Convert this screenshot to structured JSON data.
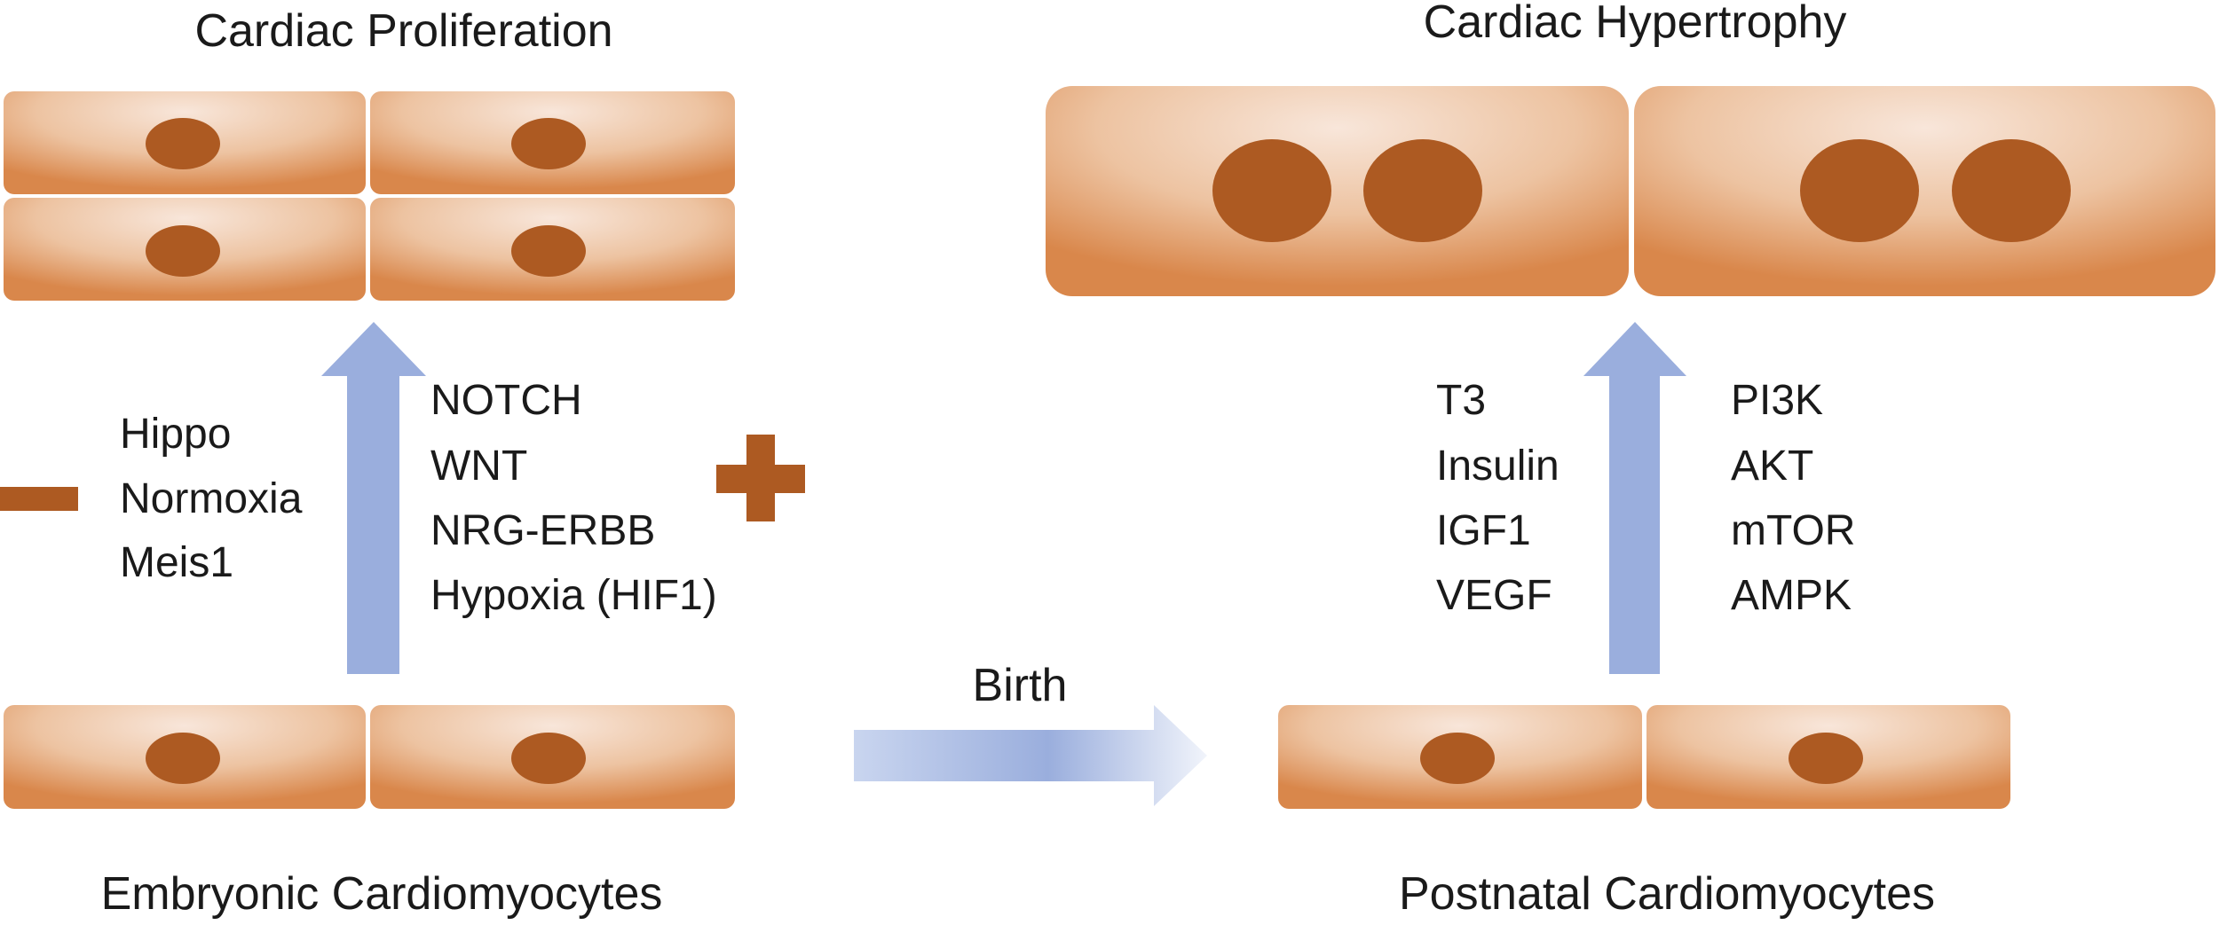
{
  "titles": {
    "proliferation": "Cardiac Proliferation",
    "hypertrophy": "Cardiac Hypertrophy",
    "embryonic": "Embryonic Cardiomyocytes",
    "postnatal": "Postnatal Cardiomyocytes"
  },
  "birth_label": "Birth",
  "negative_regulators": {
    "sign": "minus",
    "items": [
      "Hippo",
      "Normoxia",
      "Meis1"
    ]
  },
  "positive_regulators": {
    "sign": "plus",
    "items": [
      "NOTCH",
      "WNT",
      "NRG-ERBB",
      "Hypoxia (HIF1)"
    ]
  },
  "hypertrophy_factors_left": [
    "T3",
    "Insulin",
    "IGF1",
    "VEGF"
  ],
  "hypertrophy_factors_right": [
    "PI3K",
    "AKT",
    "mTOR",
    "AMPK"
  ],
  "colors": {
    "cell_dark": "#d9874b",
    "cell_light": "#f8e6da",
    "nucleus": "#ad5a22",
    "arrow": "#9aaedd",
    "sign": "#ad5a22"
  }
}
